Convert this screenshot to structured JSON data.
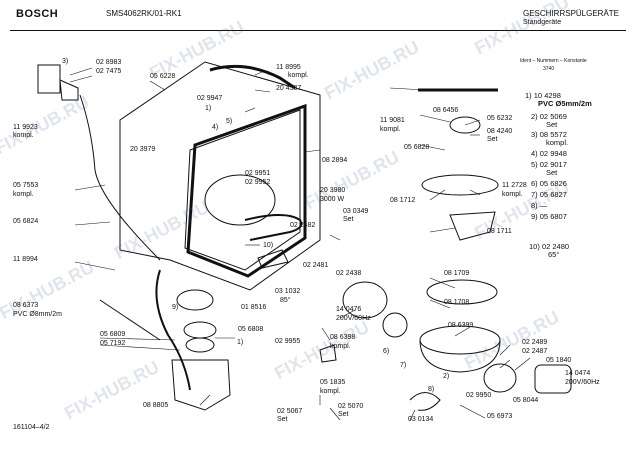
{
  "header": {
    "brand": "BOSCH",
    "model": "SMS4062RK/01-RK1",
    "title": "GESCHIRRSPÜLGERÄTE",
    "subtitle": "Standgeräte",
    "ident_label": "Ident – Nummern – Konstante",
    "ident_code": "3740"
  },
  "footer": {
    "code": "161104–4/2"
  },
  "watermark": "FIX-HUB.RU",
  "labels": {
    "p3": "3)",
    "p028983": "02 8983",
    "p027475": "02 7475",
    "p056228": "05 6228",
    "p118995a": "11 8995",
    "p118995b": "kompl.",
    "p029947": "02 9947",
    "p204587": "20 4587",
    "p1": "1)",
    "p4": "4)",
    "p5": "5)",
    "p119923a": "11 9923",
    "p119923b": "kompl.",
    "p203979": "20 3979",
    "p029951": "02 9951",
    "p029952": "02 9952",
    "p082894": "08 2894",
    "p057553a": "05 7553",
    "p057553b": "kompl.",
    "p203980a": "20 3980",
    "p203980b": "3000 W",
    "p030349a": "03 0349",
    "p030349b": "Set",
    "p056824": "05 6824",
    "p022482": "02 2482",
    "p10": "10)",
    "p118994": "11 8994",
    "p022481": "02 2481",
    "p022438": "02 2438",
    "p086373a": "08 6373",
    "p086373b": "PVC Ø8mm/2m",
    "p031032a": "03 1032",
    "p031032b": "85°",
    "p018516": "01 8516",
    "p9": "9)",
    "p056809": "05 6809",
    "p056808": "05 6808",
    "p057192": "05 7192",
    "p140476a": "14 0476",
    "p140476b": "200V/60Hz",
    "p086398a": "08 6398",
    "p086398b": "kompl.",
    "p029955": "02 9955",
    "p1b": "1)",
    "p6": "6)",
    "p7": "7)",
    "p051835a": "05 1835",
    "p051835b": "kompl.",
    "p088805": "08 8805",
    "p025067a": "02 5067",
    "p025067b": "Set",
    "p025070a": "02 5070",
    "p025070b": "Set",
    "p030134": "03 0134",
    "p086456": "08 6456",
    "p119081a": "11 9081",
    "p119081b": "kompl.",
    "p056232": "05 6232",
    "p084240a": "08 4240",
    "p084240b": "Set",
    "p056828": "05 6828",
    "p081712": "08 1712",
    "p112728a": "11 2728",
    "p112728b": "kompl.",
    "p081711": "08 1711",
    "p081709": "08 1709",
    "p081708": "08 1708",
    "p086399": "08 6399",
    "p022489": "02 2489",
    "p022487": "02 2487",
    "p051840": "05 1840",
    "p2": "2)",
    "p8": "8)",
    "p029950": "02 9950",
    "p058044": "05 8044",
    "p140474a": "14 0474",
    "p140474b": "200V/60Hz",
    "p056973": "05 6973"
  },
  "legend": [
    {
      "num": "1)",
      "code": "10 4298",
      "extra": "PVC Ø5mm/2m"
    },
    {
      "num": "2)",
      "code": "02 5069",
      "extra": "Set"
    },
    {
      "num": "3)",
      "code": "08 5572",
      "extra": "kompl."
    },
    {
      "num": "4)",
      "code": "02 9948",
      "extra": ""
    },
    {
      "num": "5)",
      "code": "02 9017",
      "extra": "Set"
    },
    {
      "num": "6)",
      "code": "05 6826",
      "extra": ""
    },
    {
      "num": "7)",
      "code": "05 6827",
      "extra": ""
    },
    {
      "num": "8)",
      "code": "—",
      "extra": ""
    },
    {
      "num": "9)",
      "code": "05 6807",
      "extra": ""
    },
    {
      "num": "10)",
      "code": "02 2480",
      "extra": "65°"
    }
  ],
  "colors": {
    "line": "#111111",
    "watermark": "#3c5a96"
  }
}
